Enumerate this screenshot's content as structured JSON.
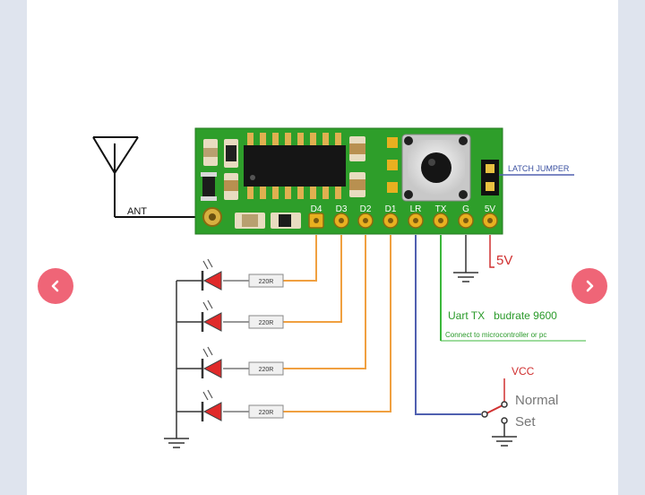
{
  "colors": {
    "page_bg": "#dfe4ee",
    "card_bg": "#ffffff",
    "pcb": "#2e9e2a",
    "pin_gold": "#e8b020",
    "orange_wire": "#f0a040",
    "green_wire": "#3cb83c",
    "blue_wire": "#5060b0",
    "red": "#d03030",
    "nav_button": "#ef6577"
  },
  "icons": {
    "prev": "chevron-left-icon",
    "next": "chevron-right-icon"
  },
  "diagram": {
    "antenna_label": "ANT",
    "pin_labels": [
      "D4",
      "D3",
      "D2",
      "D1",
      "LR",
      "TX",
      "G",
      "5V"
    ],
    "latch_label": "LATCH JUMPER",
    "power_label": "5V",
    "resistor_labels": [
      "220R",
      "220R",
      "220R",
      "220R"
    ],
    "uart_label": "Uart TX   budrate 9600",
    "uart_sub_label": "Connect to microcontroller or pc",
    "vcc_label": "VCC",
    "normal_label": "Normal",
    "set_label": "Set"
  }
}
